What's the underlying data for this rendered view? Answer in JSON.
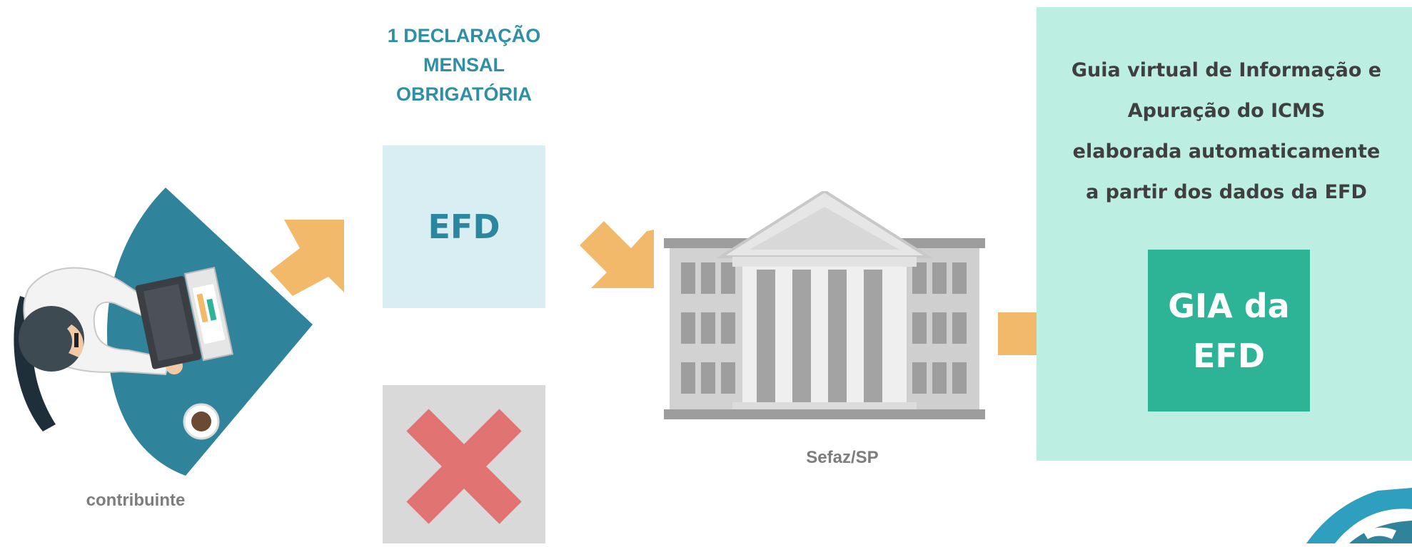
{
  "diagram": {
    "contribuinte": {
      "label": "contribuinte"
    },
    "declaration": {
      "heading_lines": [
        "1 DECLARAÇÃO",
        "MENSAL",
        "OBRIGATÓRIA"
      ]
    },
    "efd_box": {
      "label": "EFD"
    },
    "rejected_box": {
      "icon": "cross-icon"
    },
    "sefaz": {
      "label": "Sefaz/SP"
    },
    "gia": {
      "description_lines": [
        "Guia virtual de Informação e",
        "Apuração do ICMS",
        "elaborada automaticamente",
        "a partir dos dados da EFD"
      ],
      "box_lines": [
        "GIA da",
        "EFD"
      ]
    }
  },
  "colors": {
    "arrow": "#f2b96b",
    "teal_dark": "#2f839b",
    "efd_bg": "#d9eef3",
    "panel_bg": "#bdeee2",
    "gia_green": "#2db497",
    "cross_red": "#e17473",
    "building_gray": "#a8a8a8"
  }
}
